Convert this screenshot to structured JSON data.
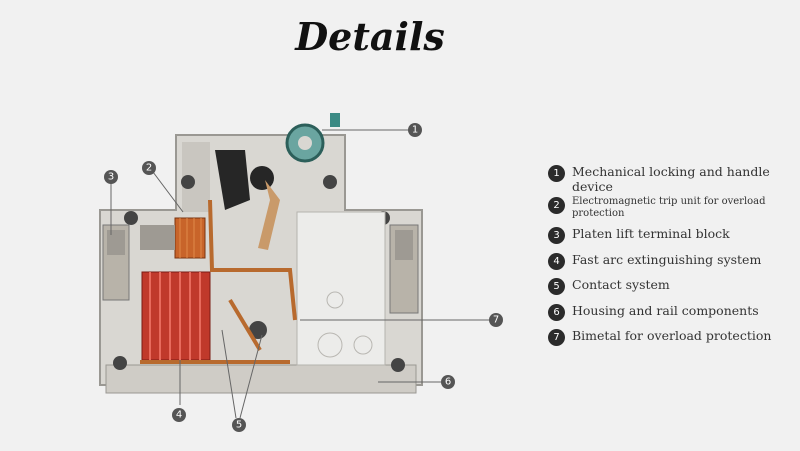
{
  "title": "Details",
  "legend": [
    {
      "num": "1",
      "text": "Mechanical locking and handle\ndevice"
    },
    {
      "num": "2",
      "text": "Electromagnetic trip unit for overload\nprotection"
    },
    {
      "num": "3",
      "text": "Platen lift terminal block"
    },
    {
      "num": "4",
      "text": "Fast arc extinguishing system"
    },
    {
      "num": "5",
      "text": "Contact system"
    },
    {
      "num": "6",
      "text": "Housing and rail components"
    },
    {
      "num": "7",
      "text": "Bimetal for overload protection"
    }
  ],
  "callouts": [
    "1",
    "2",
    "3",
    "4",
    "5",
    "6",
    "7"
  ]
}
